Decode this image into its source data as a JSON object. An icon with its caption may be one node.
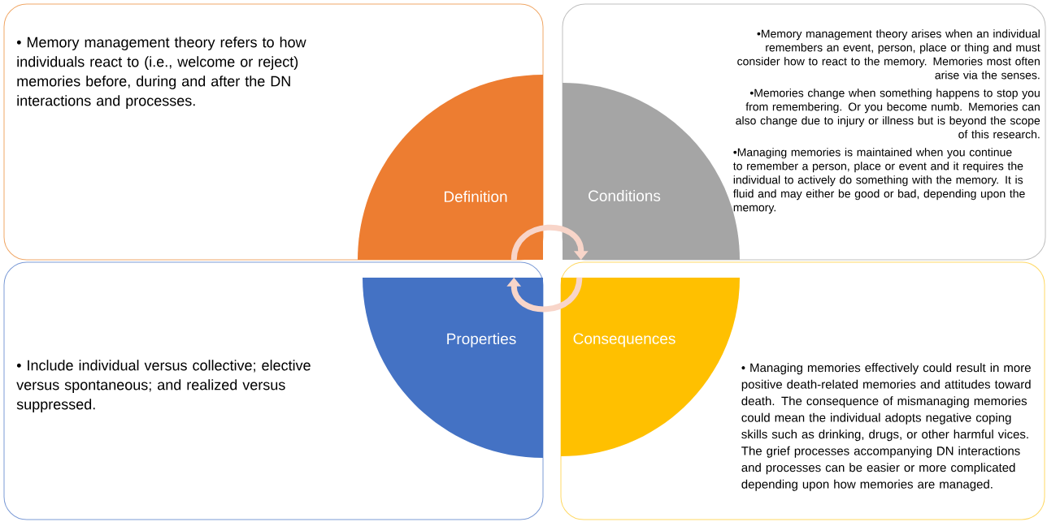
{
  "diagram": {
    "nodes": [
      {
        "text": [
          "• Memory management theory refers to how individuals react to (i.e., welcome or reject) memories before, during and after the DN interactions and processes."
        ]
      },
      {
        "text": [
          "•Memory management theory arises when an individual remembers an event, person, place or thing and must consider how to react to the memory. Memories most often arise via the senses.",
          "•Memories change when something happens to stop you from remembering. Or you become numb. Memories can also change due to injury or illness but is beyond the scope of this research.",
          "•Managing memories is maintained when you continue to remember a person, place or event and it requires the individual to actively do something with the memory. It is fluid and may either be good or bad, depending upon the memory."
        ]
      },
      {
        "text": [
          "• Include individual versus collective; elective versus spontaneous; and realized versus suppressed."
        ]
      },
      {
        "text": [
          "• Managing memories effectively could result in more positive death-related memories and attitudes toward death. The consequence of mismanaging memories could mean the individual adopts negative coping skills such as drinking, drugs, or other harmful vices. The grief processes accompanying DN interactions and processes can be easier or more complicated depending upon how memories are managed."
        ]
      },
      {
        "text": [
          "Definition"
        ],
        "in": 0
      },
      {
        "text": [
          "Conditions"
        ],
        "in": 1
      },
      {
        "text": [
          "Properties"
        ],
        "in": 2
      },
      {
        "text": [
          "Consequences"
        ],
        "in": 3
      }
    ],
    "edges": [
      {
        "from": 4,
        "to": 5,
        "arrow": "to"
      },
      {
        "from": 7,
        "to": 6,
        "arrow": "to"
      }
    ]
  }
}
